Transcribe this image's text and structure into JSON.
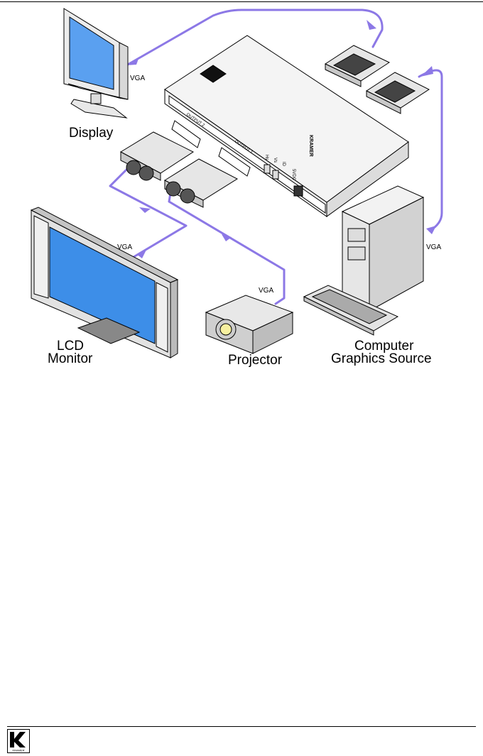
{
  "labels": {
    "display": "Display",
    "lcd_line1": "LCD",
    "lcd_line2": "Monitor",
    "projector": "Projector",
    "source_line1": "Computer",
    "source_line2": "Graphics Source",
    "vga_display": "VGA",
    "vga_lcd": "VGA",
    "vga_projector": "VGA",
    "vga_source": "VGA"
  },
  "device": {
    "output2": "OUTPUT 2",
    "output1": "OUTPUT 1",
    "power": "5VDC",
    "switch_hs": "Hs",
    "switch_vs": "Vs",
    "switch_id": "ID",
    "brand": "KRAMER",
    "logo_text": "KRAMER"
  },
  "colors": {
    "cable": "#8c78e6",
    "device_body": "#f2f2f2",
    "outline": "#000000",
    "screen": "#5aa0f0"
  }
}
